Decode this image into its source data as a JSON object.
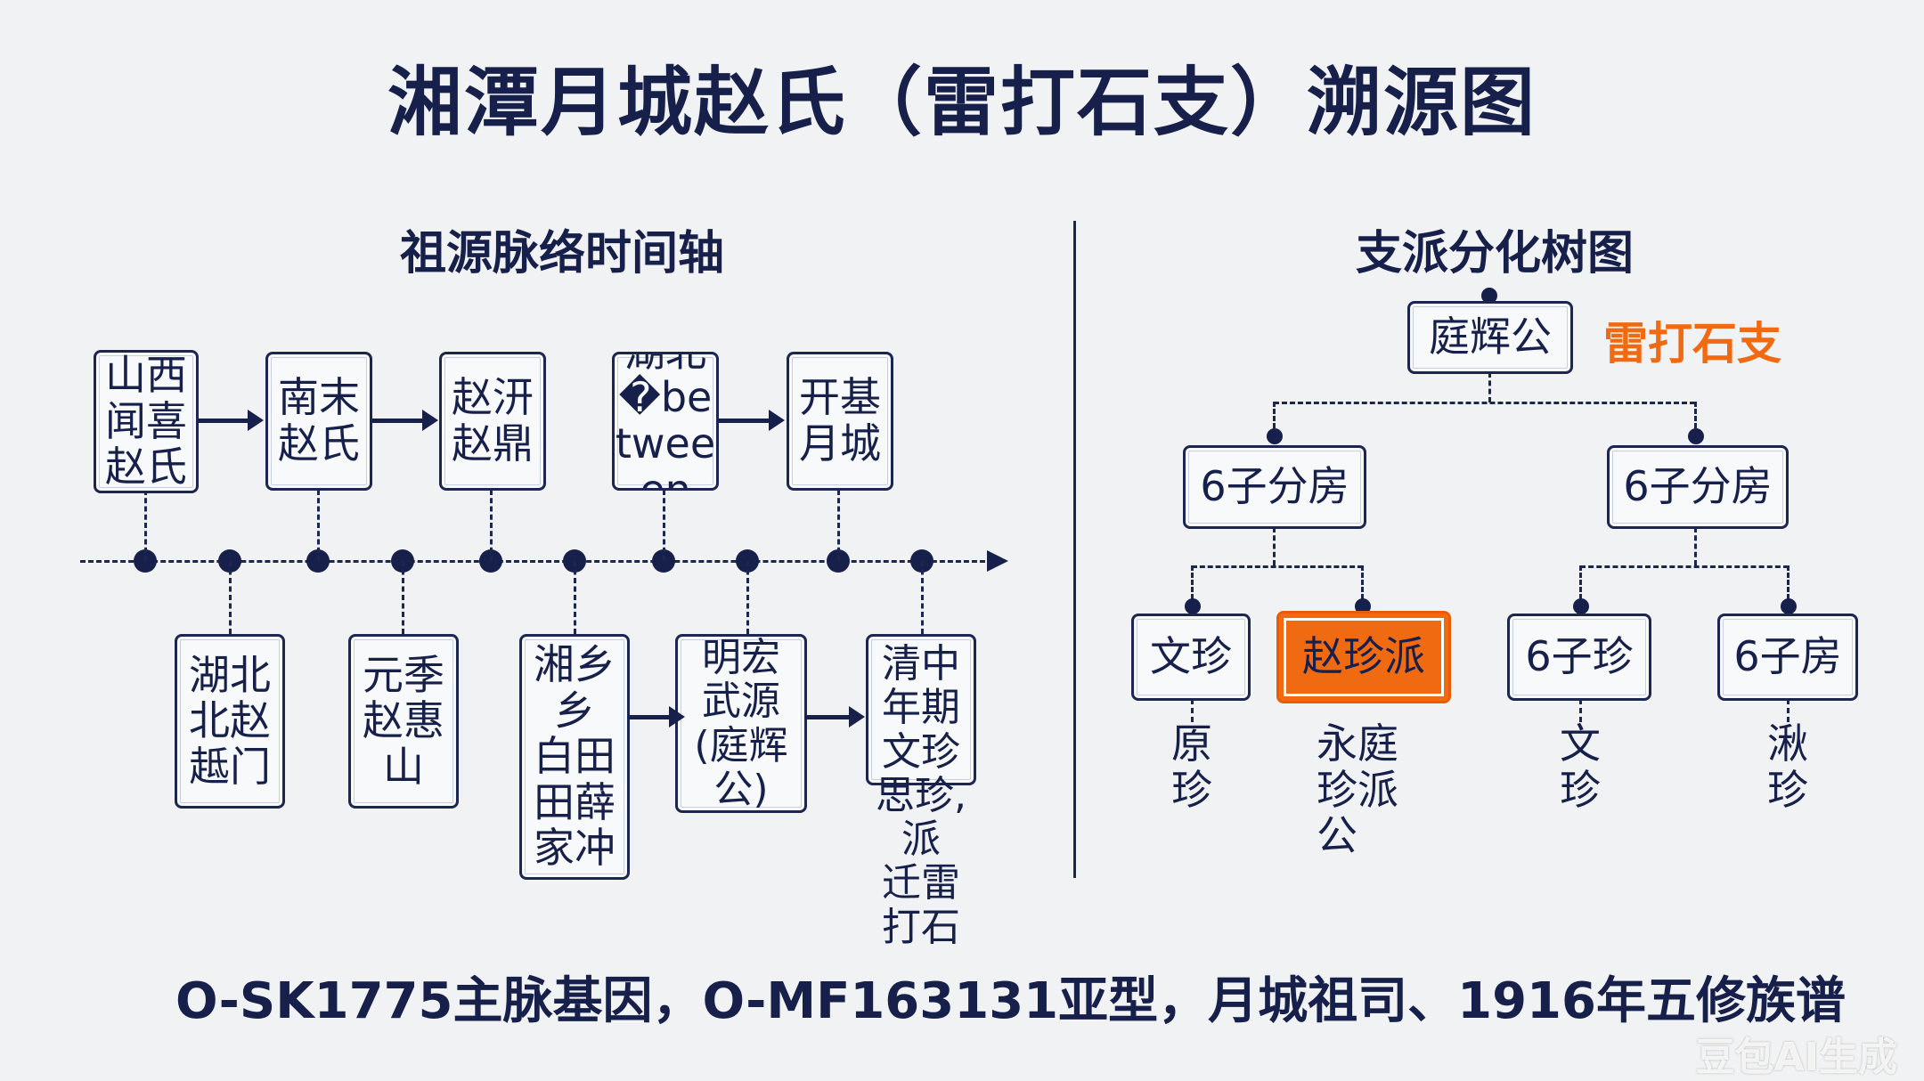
{
  "title": "湘潭月城赵氏（雷打石支）溯源图",
  "timeline": {
    "heading": "祖源脉络时间轴",
    "top_boxes": [
      "山西\n闻喜\n赵氏",
      "南末\n赵氏",
      "赵汧\n赵鼎",
      "湖北\n�betweeen",
      "开基\n月城"
    ],
    "bottom_boxes": [
      "湖北\n北赵\n趆门",
      "元季\n赵惠\n山",
      "湘乡\n乡\n白田\n田薛\n家冲",
      "明宏\n武源\n(庭辉公)",
      "清中\n年期\n文珍\n思珍,派\n迁雷打石"
    ]
  },
  "tree": {
    "heading": "支派分化树图",
    "root": "庭辉公",
    "root_tag": "雷打石支",
    "level2": [
      "6子分房",
      "6子分房"
    ],
    "level3": [
      "文珍",
      "赵珍派",
      "6子珍",
      "6子房"
    ],
    "level3_notes": [
      "原\n珍",
      "永庭\n珍派\n公",
      "文\n珍",
      "湫\n珍"
    ],
    "highlight_color": "#f06a12",
    "tag_color": "#f06a12"
  },
  "footer": "O-SK1775主脉基因，O-MF163131亚型，月城祖司、1916年五修族谱",
  "watermark": "豆包AI生成"
}
